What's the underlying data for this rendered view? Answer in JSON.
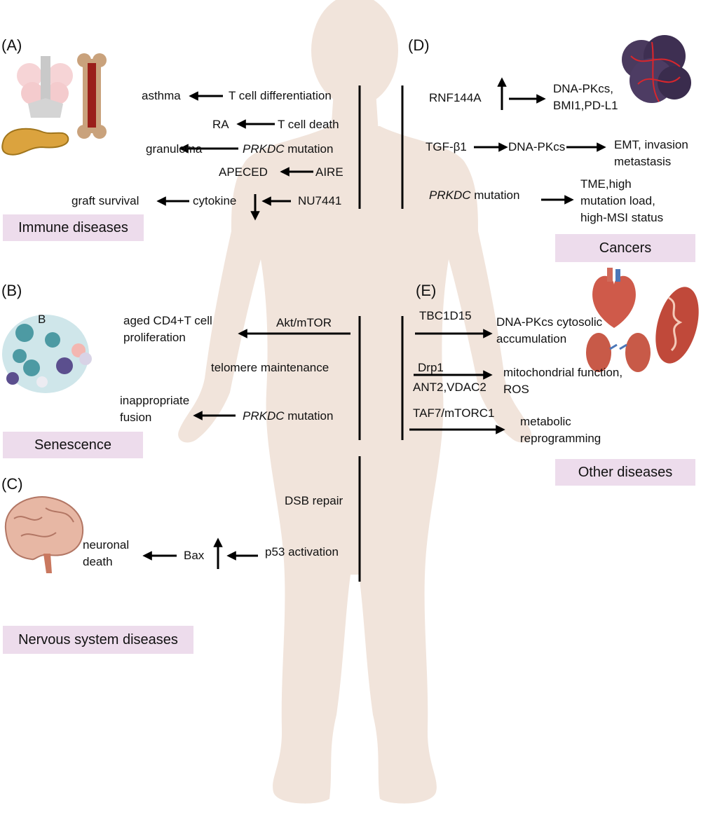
{
  "panels": {
    "a": "(A)",
    "b": "(B)",
    "c": "(C)",
    "d": "(D)",
    "e": "(E)"
  },
  "boxes": {
    "immune": "Immune diseases",
    "senescence": "Senescence",
    "nervous": "Nervous system diseases",
    "cancers": "Cancers",
    "other": "Other diseases"
  },
  "immune": {
    "asthma": "asthma",
    "t_diff": "T cell differentiation",
    "ra": "RA",
    "t_death": "T cell death",
    "granuloma": "granuloma",
    "prkdc": "PRKDC",
    "mutation": " mutation",
    "apeced": "APECED",
    "aire": "AIRE",
    "graft": "graft survival",
    "cytokine": "cytokine",
    "nu7441": "NU7441"
  },
  "senescence": {
    "aged1": "aged CD4+T cell",
    "aged2": "proliferation",
    "akt": "Akt/mTOR",
    "telomere": "telomere maintenance",
    "fusion1": "inappropriate",
    "fusion2": "fusion",
    "prkdc": "PRKDC",
    "mutation": " mutation",
    "cell_label": "B"
  },
  "nervous": {
    "dsb": "DSB repair",
    "neuronal1": "neuronal",
    "neuronal2": "death",
    "bax": "Bax",
    "p53": "p53 activation"
  },
  "cancers": {
    "rnf": "RNF144A",
    "dnapk1": "DNA-PKcs,",
    "dnapk2": "BMI1,PD-L1",
    "tgf": "TGF-β1",
    "dnapk3": "DNA-PKcs",
    "emt1": "EMT, invasion",
    "emt2": "metastasis",
    "prkdc": "PRKDC",
    "mutation": " mutation",
    "tme1": "TME,high",
    "tme2": "mutation load,",
    "tme3": "high-MSI status"
  },
  "other": {
    "tbc": "TBC1D15",
    "acc1": "DNA-PKcs cytosolic",
    "acc2": "accumulation",
    "drp1": "Drp1",
    "ant2": "ANT2,VDAC2",
    "mito1": "mitochondrial function,",
    "mito2": "ROS",
    "taf7": "TAF7/mTORC1",
    "meta1": "metabolic",
    "meta2": "reprogramming"
  }
}
